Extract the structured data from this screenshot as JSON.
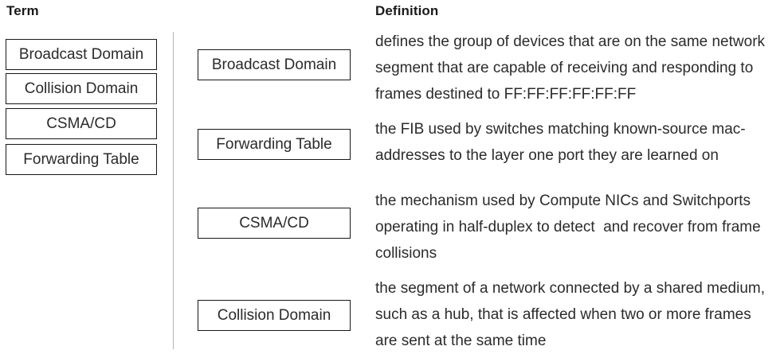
{
  "headers": {
    "term": "Term",
    "definition": "Definition"
  },
  "term_bank": [
    {
      "label": "Broadcast Domain"
    },
    {
      "label": "Collision Domain"
    },
    {
      "label": "CSMA/CD"
    },
    {
      "label": "Forwarding Table"
    }
  ],
  "matches": [
    {
      "term": "Broadcast Domain",
      "definition": "defines the group of devices that are on the same network segment that are capable of receiving and responding to frames destined to FF:FF:FF:FF:FF:FF"
    },
    {
      "term": "Forwarding Table",
      "definition": "the FIB used by switches matching known-source mac-addresses to the layer one port they are learned on"
    },
    {
      "term": "CSMA/CD",
      "definition": "the mechanism used by Compute NICs and Switchports operating in half-duplex to detect  and recover from frame collisions"
    },
    {
      "term": "Collision Domain",
      "definition": "the segment of a network connected by a shared medium, such as a hub, that is affected when two or more frames are sent at the same time"
    }
  ],
  "colors": {
    "background": "#ffffff",
    "text": "#2b2b2b",
    "header_text": "#1a1a1a",
    "box_border": "#171717",
    "divider": "#b5b5bb"
  }
}
